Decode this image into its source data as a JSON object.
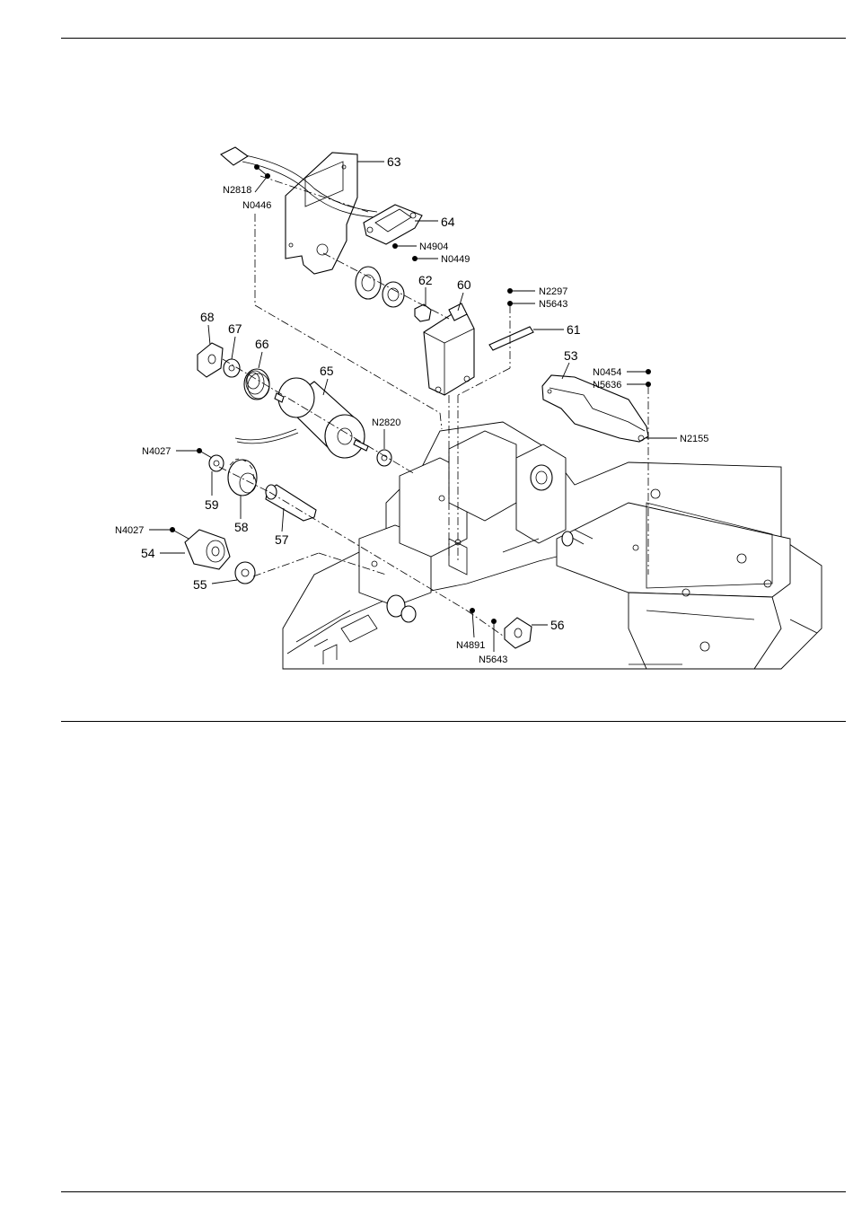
{
  "parts": {
    "p53": "53",
    "p54": "54",
    "p55": "55",
    "p56": "56",
    "p57": "57",
    "p58": "58",
    "p59": "59",
    "p60": "60",
    "p61": "61",
    "p62": "62",
    "p63": "63",
    "p64": "64",
    "p65": "65",
    "p66": "66",
    "p67": "67",
    "p68": "68"
  },
  "notes": {
    "n2818": "N2818",
    "n0446": "N0446",
    "n4904": "N4904",
    "n0449": "N0449",
    "n2297": "N2297",
    "n5643a": "N5643",
    "n0454": "N0454",
    "n5636": "N5636",
    "n2155": "N2155",
    "n2820": "N2820",
    "n4027a": "N4027",
    "n4027b": "N4027",
    "n4891": "N4891",
    "n5643b": "N5643"
  }
}
